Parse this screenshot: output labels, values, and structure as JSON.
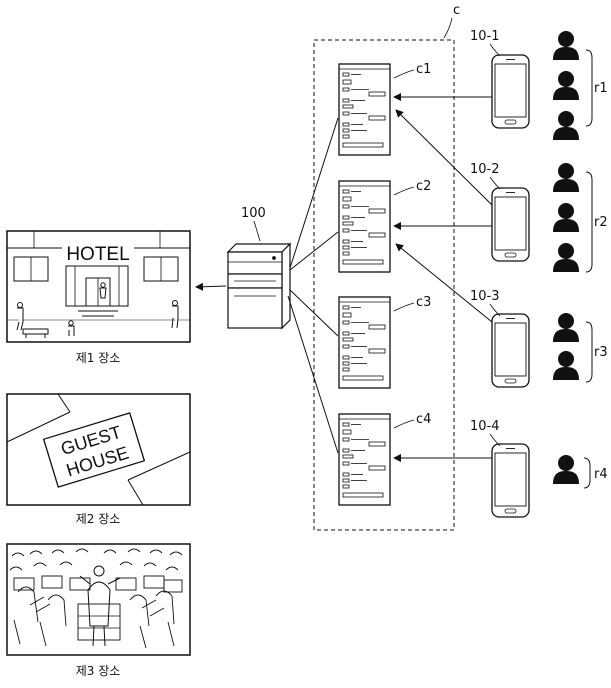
{
  "server": {
    "label": "100"
  },
  "content_group": {
    "label": "c"
  },
  "contents": [
    {
      "label": "c1"
    },
    {
      "label": "c2"
    },
    {
      "label": "c3"
    },
    {
      "label": "c4"
    }
  ],
  "devices": [
    {
      "label": "10-1"
    },
    {
      "label": "10-2"
    },
    {
      "label": "10-3"
    },
    {
      "label": "10-4"
    }
  ],
  "user_groups": [
    {
      "label": "r1",
      "people": 3
    },
    {
      "label": "r2",
      "people": 3
    },
    {
      "label": "r3",
      "people": 2
    },
    {
      "label": "r4",
      "people": 1
    }
  ],
  "places": [
    {
      "caption": "제1 장소",
      "sign": "HOTEL"
    },
    {
      "caption": "제2 장소",
      "sign_line1": "GUEST",
      "sign_line2": "HOUSE"
    },
    {
      "caption": "제3 장소"
    }
  ]
}
